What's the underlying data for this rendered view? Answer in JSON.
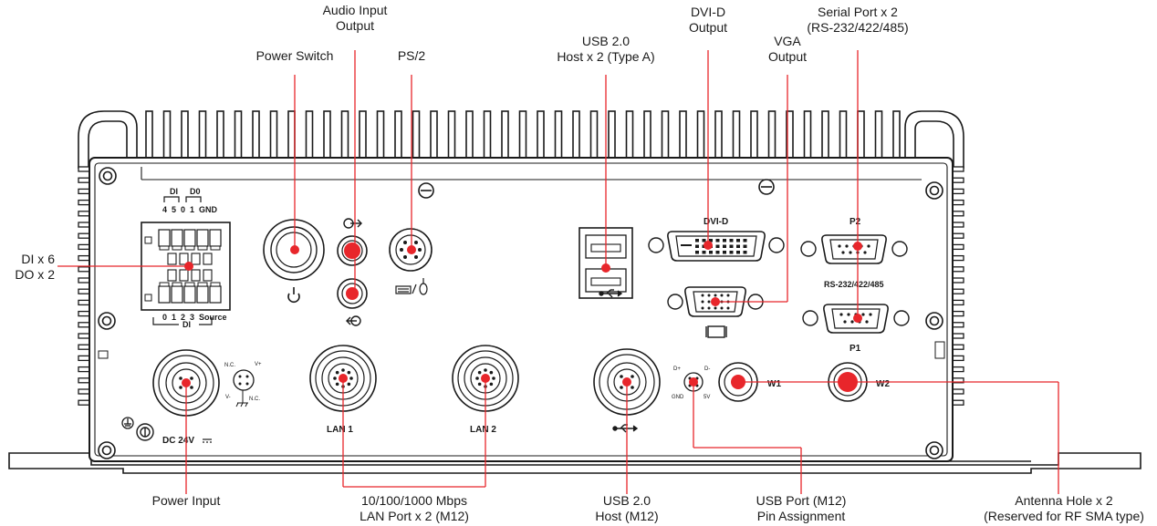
{
  "callouts": {
    "audio": {
      "line1": "Audio Input",
      "line2": "Output"
    },
    "power_switch": "Power Switch",
    "ps2": "PS/2",
    "usb_host_a": {
      "line1": "USB 2.0",
      "line2": "Host x 2 (Type A)"
    },
    "dvi": {
      "line1": "DVI-D",
      "line2": "Output"
    },
    "vga": {
      "line1": "VGA",
      "line2": "Output"
    },
    "serial": {
      "line1": "Serial Port x 2",
      "line2": "(RS-232/422/485)"
    },
    "dio": {
      "line1": "DI x 6",
      "line2": "DO x 2"
    },
    "power_input": "Power Input",
    "lan": {
      "line1": "10/100/1000 Mbps",
      "line2": "LAN Port x 2 (M12)"
    },
    "usb_m12": {
      "line1": "USB 2.0",
      "line2": "Host (M12)"
    },
    "usb_pin": {
      "line1": "USB Port (M12)",
      "line2": "Pin Assignment"
    },
    "antenna": {
      "line1": "Antenna Hole x 2",
      "line2": "(Reserved for RF SMA type)"
    }
  },
  "panel": {
    "di_header": "DI",
    "do_header": "D0",
    "dio_top_pins": "4  5  0  1  GND",
    "dio_bottom_pins": "0  1  2  3  Source",
    "dio_bottom_di": "DI",
    "dvi_label": "DVI-D",
    "p2_label": "P2",
    "rs_label": "RS-232/422/485",
    "p1_label": "P1",
    "w1_label": "W1",
    "w2_label": "W2",
    "lan1_label": "LAN 1",
    "lan2_label": "LAN 2",
    "dc_label": "DC 24V",
    "pwr_nc1": "N.C.",
    "pwr_vplus": "V+",
    "pwr_vminus": "V-",
    "pwr_nc2": "N.C.",
    "usb_dplus": "D+",
    "usb_dminus": "D-",
    "usb_gnd": "GND",
    "usb_5v": "5V"
  },
  "colors": {
    "callout": "#e8262b",
    "outline": "#1a1a1a"
  }
}
